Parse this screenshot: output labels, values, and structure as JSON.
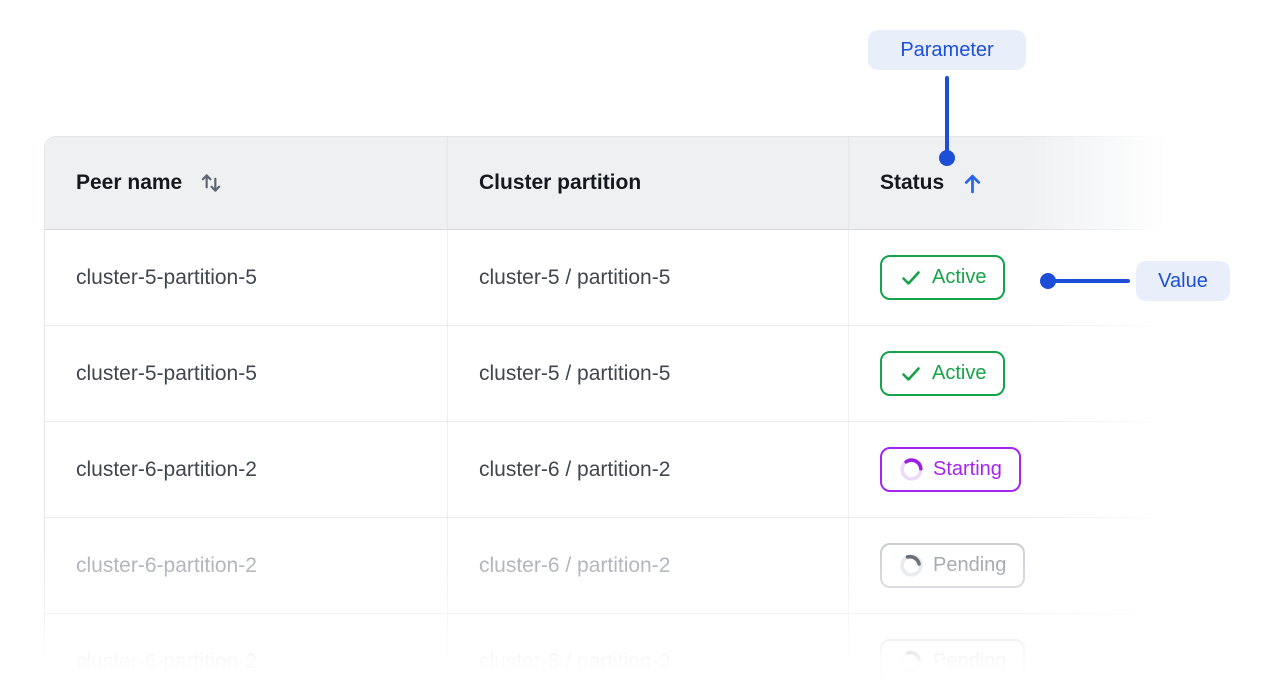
{
  "callouts": {
    "parameter": "Parameter",
    "value": "Value"
  },
  "table": {
    "headers": [
      {
        "label": "Peer name",
        "sort": "sortable"
      },
      {
        "label": "Cluster partition",
        "sort": "none"
      },
      {
        "label": "Status",
        "sort": "ascending"
      }
    ],
    "rows": [
      {
        "peer_name": "cluster-5-partition-5",
        "cluster_partition": "cluster-5 / partition-5",
        "status": {
          "label": "Active",
          "kind": "active"
        },
        "dimmed": false
      },
      {
        "peer_name": "cluster-5-partition-5",
        "cluster_partition": "cluster-5 / partition-5",
        "status": {
          "label": "Active",
          "kind": "active"
        },
        "dimmed": false
      },
      {
        "peer_name": "cluster-6-partition-2",
        "cluster_partition": "cluster-6 / partition-2",
        "status": {
          "label": "Starting",
          "kind": "starting"
        },
        "dimmed": false
      },
      {
        "peer_name": "cluster-6-partition-2",
        "cluster_partition": "cluster-6 / partition-2",
        "status": {
          "label": "Pending",
          "kind": "pending"
        },
        "dimmed": true
      },
      {
        "peer_name": "cluster-6-partition-2",
        "cluster_partition": "cluster-6 / partition-2",
        "status": {
          "label": "Pending",
          "kind": "pending"
        },
        "dimmed": true,
        "partially_visible": true
      }
    ]
  },
  "colors": {
    "accent_blue": "#1d4ed8",
    "arrow_blue": "#2563eb",
    "active_green": "#16a34a",
    "starting_purple": "#a524f2",
    "pending_gray": "#959ba4",
    "header_bg": "#eef0f2",
    "callout_pill_bg": "#e9eefb"
  }
}
